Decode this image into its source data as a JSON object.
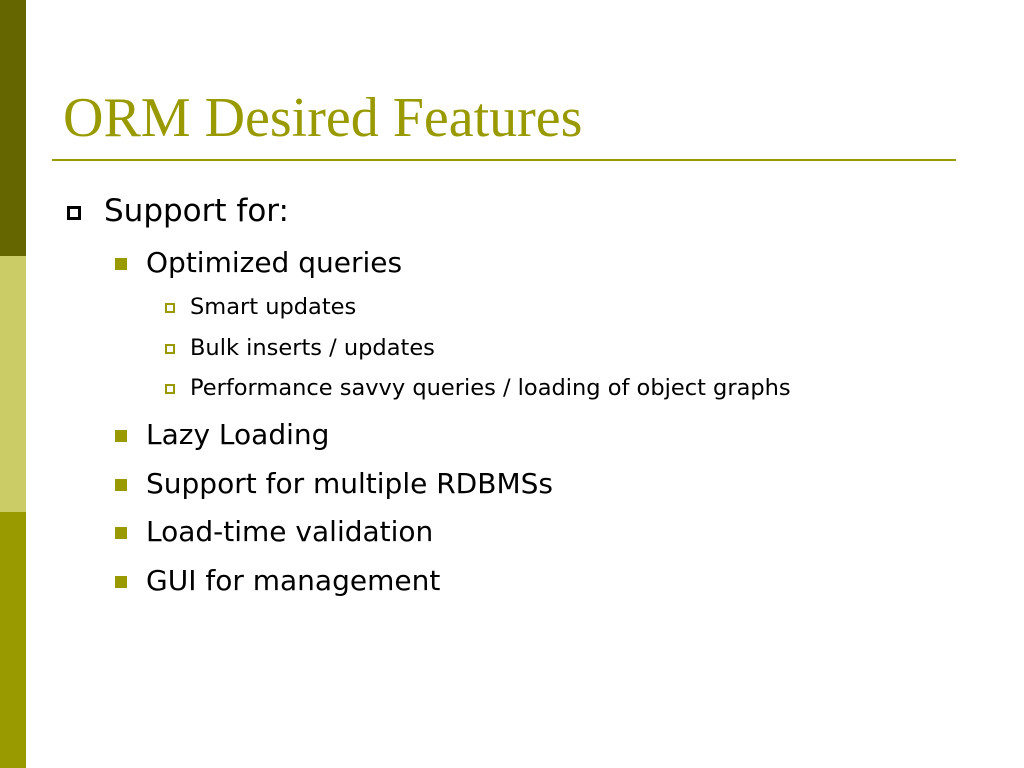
{
  "theme": {
    "side_bar_colors": [
      "#666600",
      "#cccc66",
      "#999900"
    ],
    "title_color": "#999900",
    "rule_color": "#999900",
    "filled_bullet_color": "#999900",
    "outline_bullet_color": "#999900"
  },
  "slide": {
    "title": "ORM Desired Features",
    "level1": {
      "text": "Support for:",
      "bullet_icon": "hollow-square"
    },
    "items": [
      {
        "text": "Optimized queries",
        "bullet_icon": "filled-square",
        "subitems": [
          {
            "text": "Smart updates",
            "bullet_icon": "hollow-square"
          },
          {
            "text": "Bulk inserts / updates",
            "bullet_icon": "hollow-square"
          },
          {
            "text": "Performance savvy queries / loading of object graphs",
            "bullet_icon": "hollow-square"
          }
        ]
      },
      {
        "text": "Lazy Loading",
        "bullet_icon": "filled-square"
      },
      {
        "text": "Support for multiple RDBMSs",
        "bullet_icon": "filled-square"
      },
      {
        "text": "Load-time validation",
        "bullet_icon": "filled-square"
      },
      {
        "text": "GUI for management",
        "bullet_icon": "filled-square"
      }
    ]
  }
}
